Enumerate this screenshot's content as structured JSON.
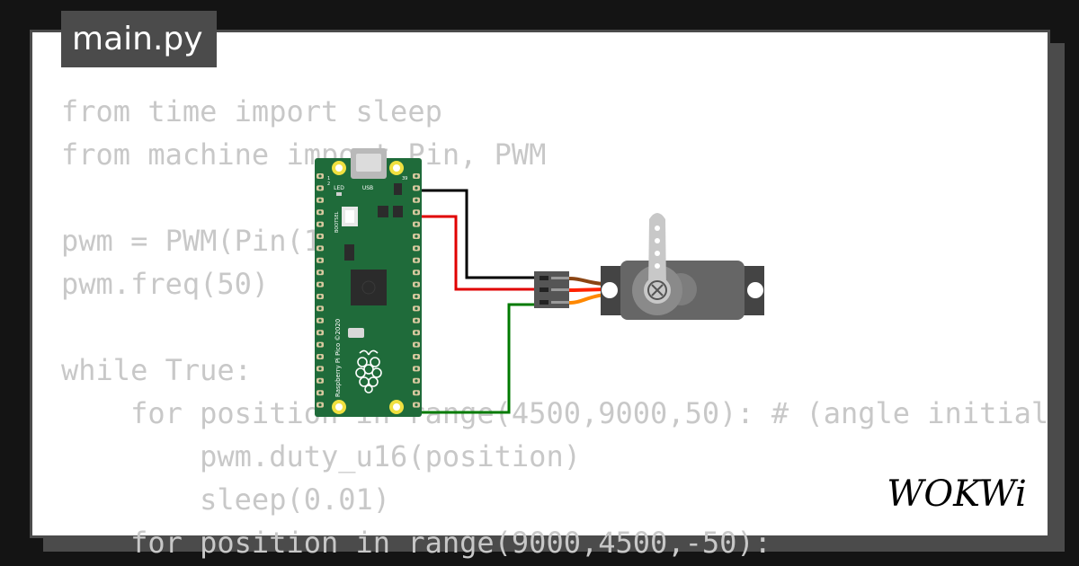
{
  "file_tab": {
    "label": "main.py"
  },
  "code_lines": [
    "from time import sleep",
    "from machine import Pin, PWM",
    "",
    "pwm = PWM(Pin(15))",
    "pwm.freq(50)",
    "",
    "while True:",
    "    for position in range(4500,9000,50): # (angle initial",
    "        pwm.duty_u16(position)",
    "        sleep(0.01)",
    "    for position in range(9000,4500,-50):"
  ],
  "board": {
    "usb_label": "USB",
    "led_label": "LED",
    "pin_top_left": "1",
    "pin_top_left2": "2",
    "pin_top_right": "39",
    "bootsel_label": "BOOTSEL",
    "silkscreen": "Raspberry Pi Pico ©2020"
  },
  "brand": {
    "logo_text": "WOKWi"
  },
  "colors": {
    "page_bg": "#141414",
    "frame": "#4b4b4b",
    "code_text": "#c8c8c8",
    "pcb_green": "#1f6b3a",
    "wire_black": "#000000",
    "wire_red": "#e00000",
    "wire_green": "#007a00",
    "servo_body": "#666666",
    "servo_wire_brown": "#8b4513",
    "servo_wire_red": "#ff2200",
    "servo_wire_orange": "#ff8800"
  }
}
